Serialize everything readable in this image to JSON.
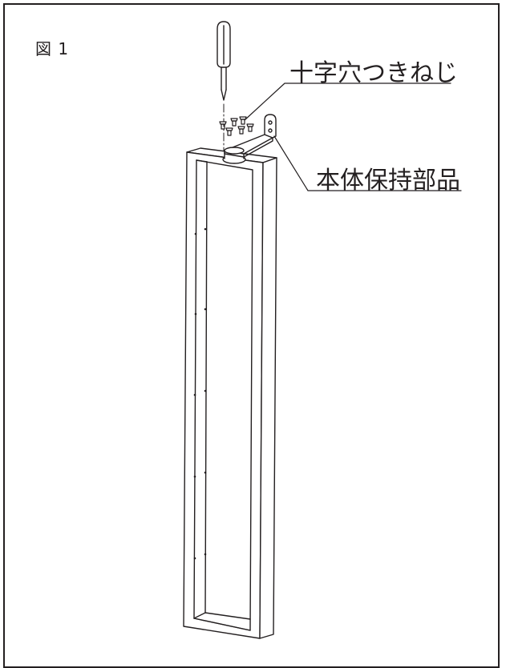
{
  "figure": {
    "label": "図 1"
  },
  "callouts": {
    "screw": "十字穴つきねじ",
    "holder": "本体保持部品"
  },
  "colors": {
    "ink": "#231f20",
    "background": "#ffffff"
  }
}
